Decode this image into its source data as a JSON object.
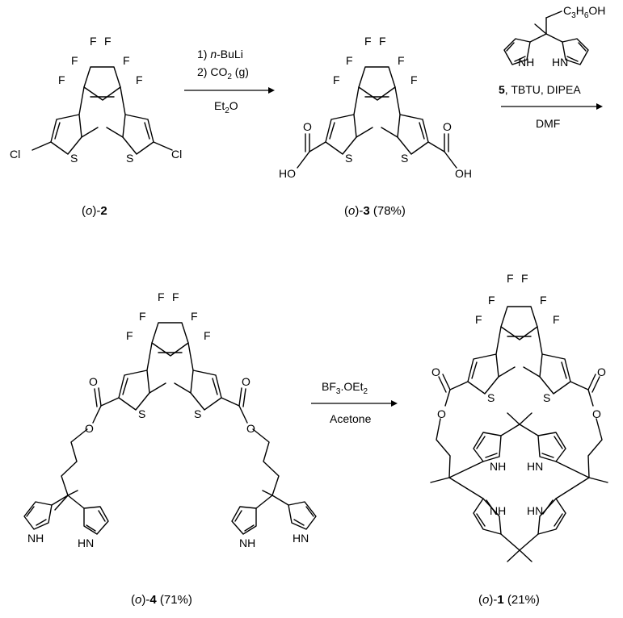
{
  "step1": {
    "line1_prefix": "1) ",
    "line1_italic": "n",
    "line1_rest": "-BuLi",
    "line2": "2) CO",
    "line2_sub": "2",
    "line2_rest": " (g)",
    "solvent": "Et",
    "solvent_sub": "2",
    "solvent_rest": "O"
  },
  "step2": {
    "reagent_bold": "5",
    "reagent_rest": ", TBTU, DIPEA",
    "solvent": "DMF",
    "top_group": "C",
    "top_sub1": "3",
    "top_mid": "H",
    "top_sub2": "6",
    "top_end": "OH"
  },
  "step3": {
    "reagent": "BF",
    "reagent_sub1": "3",
    "reagent_mid": ".OEt",
    "reagent_sub2": "2",
    "solvent": "Acetone"
  },
  "compounds": [
    {
      "open": "(",
      "italic": "o",
      "dash": ")-",
      "number": "2",
      "yield": ""
    },
    {
      "open": "(",
      "italic": "o",
      "dash": ")-",
      "number": "3",
      "yield": " (78%)"
    },
    {
      "open": "(",
      "italic": "o",
      "dash": ")-",
      "number": "4",
      "yield": " (71%)"
    },
    {
      "open": "(",
      "italic": "o",
      "dash": ")-",
      "number": "1",
      "yield": " (21%)"
    }
  ],
  "atoms": {
    "F": "F",
    "S": "S",
    "Cl": "Cl",
    "O": "O",
    "HO": "HO",
    "OH": "OH",
    "NH": "NH",
    "HN": "HN"
  }
}
